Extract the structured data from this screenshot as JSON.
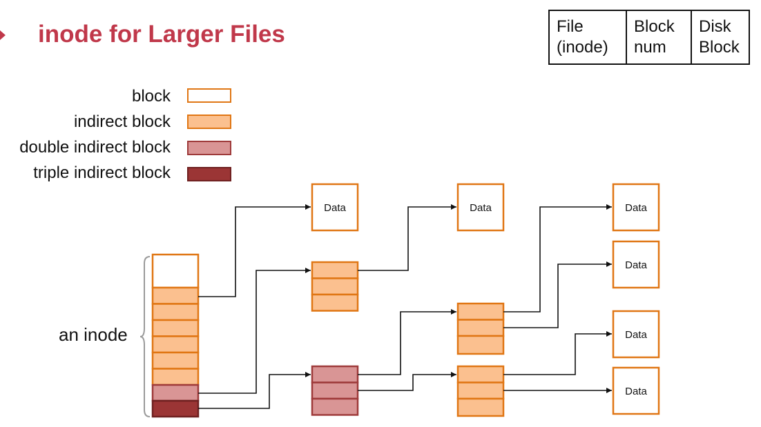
{
  "title": "inode for Larger Files",
  "key_table": {
    "cells": [
      [
        "File",
        "(inode)"
      ],
      [
        "Block",
        "num"
      ],
      [
        "Disk",
        "Block"
      ]
    ]
  },
  "legend": [
    {
      "label": "block",
      "fill": "#ffffff",
      "stroke": "#e07614"
    },
    {
      "label": "indirect block",
      "fill": "#fbc08f",
      "stroke": "#e07614"
    },
    {
      "label": "double indirect block",
      "fill": "#d99595",
      "stroke": "#9e3a3a"
    },
    {
      "label": "triple indirect block",
      "fill": "#9b3535",
      "stroke": "#6e2020"
    }
  ],
  "inode_label": "an inode",
  "data_label": "Data",
  "colors": {
    "title": "#c0384a",
    "block_stroke": "#e07614",
    "indirect_fill": "#fbc08f",
    "double_fill": "#d99595",
    "double_stroke": "#9e3a3a",
    "triple_fill": "#9b3535",
    "brace": "#999999"
  }
}
